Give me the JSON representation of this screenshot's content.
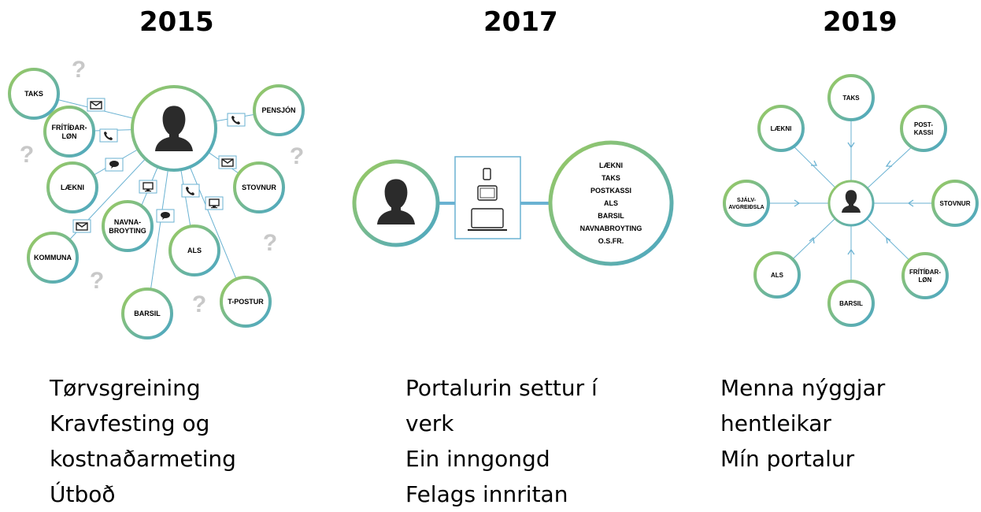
{
  "columns": [
    {
      "year": "2015",
      "lines": [
        "Tørvsgreining",
        "Kravfesting og",
        "kostnaðarmeting",
        "Útboð"
      ],
      "nodes": [
        "TAKS",
        "FRÍTÍÐAR-",
        "LØN",
        "LÆKNI",
        "KOMMUNA",
        "NAVNA-",
        "BROYTING",
        "ALS",
        "BARSIL",
        "T-POSTUR",
        "STOVNUR",
        "PENSJÓN"
      ]
    },
    {
      "year": "2017",
      "lines": [
        "Portalurin settur í",
        "verk",
        "Ein inngongd",
        "Felags innritan"
      ],
      "services": [
        "LÆKNI",
        "TAKS",
        "POSTKASSI",
        "ALS",
        "BARSIL",
        "NAVNABROYTING",
        "O.S.FR."
      ]
    },
    {
      "year": "2019",
      "lines": [
        "Menna nýggjar",
        "hentleikar",
        "Mín portalur"
      ],
      "nodes": [
        "TAKS",
        "POST-",
        "KASSI",
        "STOVNUR",
        "FRÍTÍÐAR-",
        "LØN",
        "BARSIL",
        "ALS",
        "SJÁLV-",
        "AVGREIÐSLA",
        "LÆKNI"
      ]
    }
  ],
  "colors": {
    "ring_start": "#9ccb5e",
    "ring_end": "#4aa6c8",
    "line": "#6ab2d2",
    "question": "#c8c8c8",
    "person": "#2b2b2b"
  },
  "icons": [
    "person-icon",
    "envelope-icon",
    "phone-icon",
    "chat-icon",
    "monitor-icon",
    "smartphone-icon",
    "tablet-icon",
    "laptop-icon",
    "question-mark-icon",
    "arrow-icon"
  ]
}
